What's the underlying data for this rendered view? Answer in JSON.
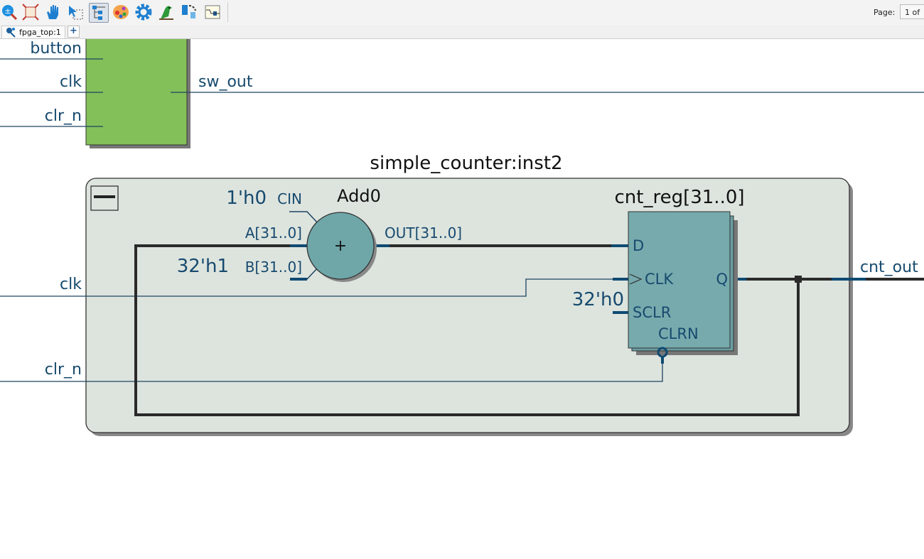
{
  "toolbar": {
    "icons": [
      "zoom-in-icon",
      "fit-window-icon",
      "hand-pan-icon",
      "select-area-icon",
      "hierarchy-view-icon",
      "palette-icon",
      "settings-gear-icon",
      "bird-icon",
      "netlist-navigate-icon",
      "schematic-view-icon"
    ],
    "page_label": "Page:",
    "page_value": "1 of"
  },
  "tabs": [
    {
      "label": "fpga_top:1"
    }
  ],
  "add_tab_label": "+",
  "schematic": {
    "top_block": {
      "ports_in": [
        "button",
        "clk",
        "clr_n"
      ],
      "port_out": "sw_out",
      "color": "#84c05a"
    },
    "instance": {
      "title": "simple_counter:inst2",
      "collapse_label": "—",
      "inputs": [
        "clk",
        "clr_n"
      ],
      "output": "cnt_out",
      "adder": {
        "name": "Add0",
        "symbol": "+",
        "cin_const": "1'h0",
        "cin": "CIN",
        "a": "A[31..0]",
        "b_const": "32'h1",
        "b": "B[31..0]",
        "out": "OUT[31..0]"
      },
      "register": {
        "name": "cnt_reg[31..0]",
        "d": "D",
        "clk": "CLK",
        "sclr_const": "32'h0",
        "sclr": "SCLR",
        "clrn": "CLRN",
        "q": "Q"
      }
    }
  }
}
